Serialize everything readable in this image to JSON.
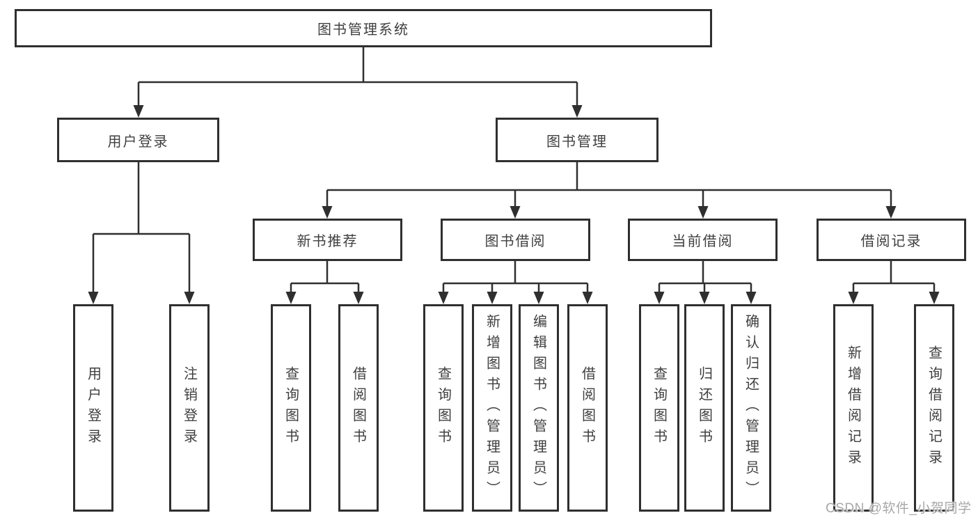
{
  "tree": {
    "label": "图书管理系统",
    "children": [
      {
        "label": "用户登录",
        "children": [
          {
            "label": "用户登录"
          },
          {
            "label": "注销登录"
          }
        ]
      },
      {
        "label": "图书管理",
        "children": [
          {
            "label": "新书推荐",
            "children": [
              {
                "label": "查询图书"
              },
              {
                "label": "借阅图书"
              }
            ]
          },
          {
            "label": "图书借阅",
            "children": [
              {
                "label": "查询图书"
              },
              {
                "label": "新增图书（管理员）"
              },
              {
                "label": "编辑图书（管理员）"
              },
              {
                "label": "借阅图书"
              }
            ]
          },
          {
            "label": "当前借阅",
            "children": [
              {
                "label": "查询图书"
              },
              {
                "label": "归还图书"
              },
              {
                "label": "确认归还（管理员）"
              }
            ]
          },
          {
            "label": "借阅记录",
            "children": [
              {
                "label": "新增借阅记录"
              },
              {
                "label": "查询借阅记录"
              }
            ]
          }
        ]
      }
    ]
  },
  "watermark": {
    "text": "CSDN @软件_小贺同学"
  },
  "colors": {
    "line": "#2f2f2f",
    "box_border": "#2f2f2f",
    "box_fill": "#ffffff",
    "text": "#3f3f3f",
    "watermark": "#a8a8a8"
  }
}
